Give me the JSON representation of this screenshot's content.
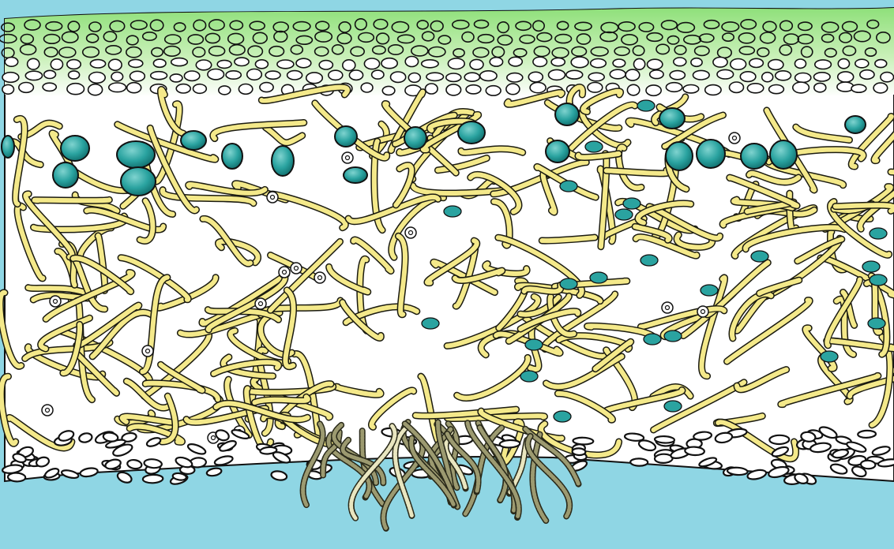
{
  "colors": {
    "background": "#8fd6e4",
    "cortex_green": "#a6e38a",
    "cortex_white": "#ffffff",
    "medulla": "#ffffff",
    "hypha_fill": "#f4e98a",
    "hypha_stroke": "#1b1b10",
    "alga_fill": "#2aa3a0",
    "alga_dark": "#0f6b6a",
    "alga_light": "#7fd3cf",
    "rhizine_fill": "#9c9a70",
    "rhizine_light": "#e9e6c0",
    "lower_cells": "#ffffff",
    "outline": "#111111"
  },
  "layers": [
    {
      "name": "upper-cortex",
      "visible": true
    },
    {
      "name": "algal-layer",
      "visible": true
    },
    {
      "name": "medulla",
      "visible": true
    },
    {
      "name": "lower-cortex",
      "visible": true
    },
    {
      "name": "rhizines",
      "visible": true
    }
  ],
  "labels": []
}
